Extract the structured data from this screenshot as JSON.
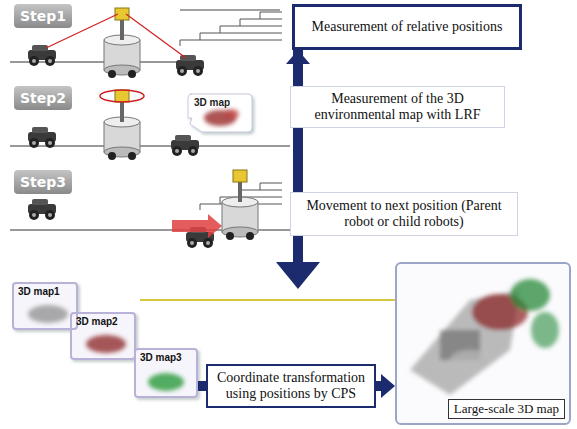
{
  "diagram": {
    "nodes": [
      {
        "text": [
          "Step1"
        ]
      },
      {
        "text": [
          "Step2"
        ]
      },
      {
        "text": [
          "3D map"
        ]
      },
      {
        "text": [
          "Step3"
        ]
      },
      {
        "text": [
          "Measurement of relative positions"
        ]
      },
      {
        "text": [
          "Measurement of the 3D environmental map with LRF"
        ]
      },
      {
        "text": [
          "Movement to next position (Parent robot or child robots)"
        ]
      },
      {
        "text": [
          "3D map1"
        ]
      },
      {
        "text": [
          "3D map2"
        ]
      },
      {
        "text": [
          "3D map3"
        ]
      },
      {
        "text": [
          "Coordinate transformation using positions by CPS"
        ]
      },
      {
        "text": [
          "Large-scale 3D map"
        ]
      }
    ],
    "edges": [
      {
        "from": 4,
        "to": 5,
        "arrow": "none"
      },
      {
        "from": 5,
        "to": 6,
        "arrow": "none"
      },
      {
        "from": 5,
        "to": 4,
        "arrow": "to"
      },
      {
        "from": 10,
        "to": 11,
        "arrow": "to"
      }
    ]
  }
}
